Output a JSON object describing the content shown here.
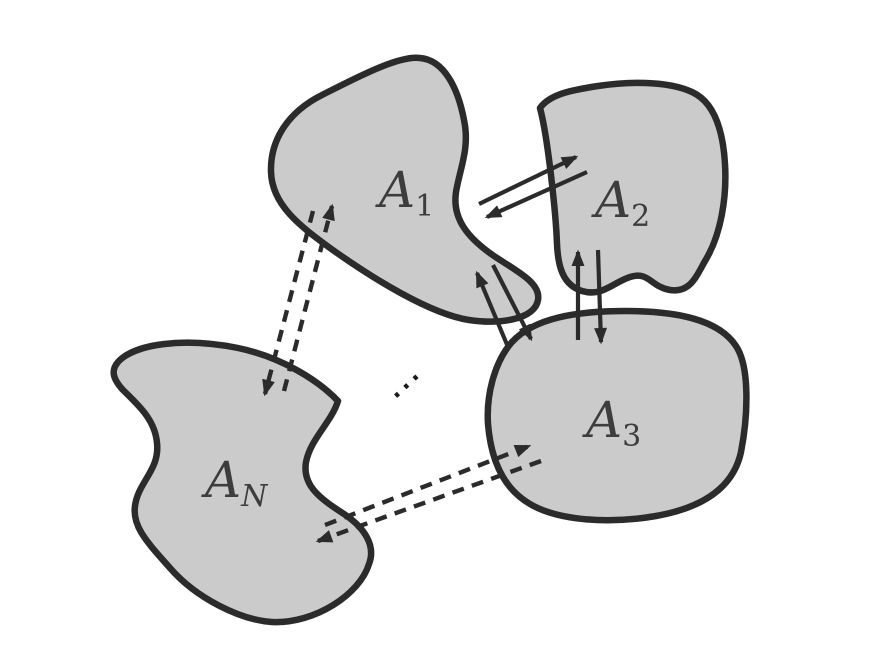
{
  "diagram": {
    "colors": {
      "background": "#ffffff",
      "blob_fill": "#cbcbcb",
      "blob_stroke": "#2b2b2b",
      "arrow": "#2b2b2b",
      "label": "#3d3d3d"
    },
    "nodes": [
      {
        "id": "A1",
        "base": "A",
        "subscript": "1"
      },
      {
        "id": "A2",
        "base": "A",
        "subscript": "2"
      },
      {
        "id": "A3",
        "base": "A",
        "subscript": "3"
      },
      {
        "id": "AN",
        "base": "A",
        "subscript": "N"
      }
    ],
    "ellipsis": "…",
    "edges": [
      {
        "between": [
          "A1",
          "A2"
        ],
        "style": "solid",
        "direction": "bidirectional"
      },
      {
        "between": [
          "A2",
          "A3"
        ],
        "style": "solid",
        "direction": "bidirectional"
      },
      {
        "between": [
          "A1",
          "A3"
        ],
        "style": "solid",
        "direction": "bidirectional"
      },
      {
        "between": [
          "A1",
          "AN"
        ],
        "style": "dashed",
        "direction": "bidirectional"
      },
      {
        "between": [
          "AN",
          "A3"
        ],
        "style": "dashed",
        "direction": "bidirectional"
      }
    ]
  }
}
